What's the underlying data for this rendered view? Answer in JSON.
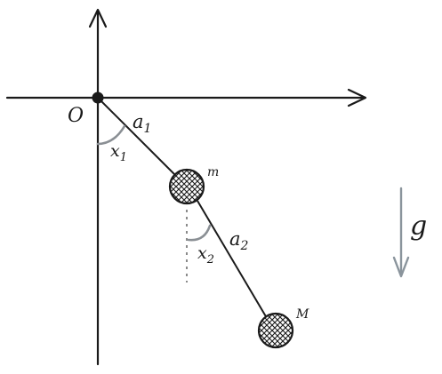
{
  "diagram": {
    "origin_label": "O",
    "rod1_label": "a",
    "rod1_sub": "1",
    "angle1_label": "x",
    "angle1_sub": "1",
    "mass1_label": "m",
    "rod2_label": "a",
    "rod2_sub": "2",
    "angle2_label": "x",
    "angle2_sub": "2",
    "mass2_label": "M",
    "gravity_label": "g"
  },
  "colors": {
    "ink": "#1a1a1a",
    "angle_arc": "#8a8f94",
    "gravity_arrow": "#8a949c",
    "guide_line": "#8a8a8a"
  }
}
